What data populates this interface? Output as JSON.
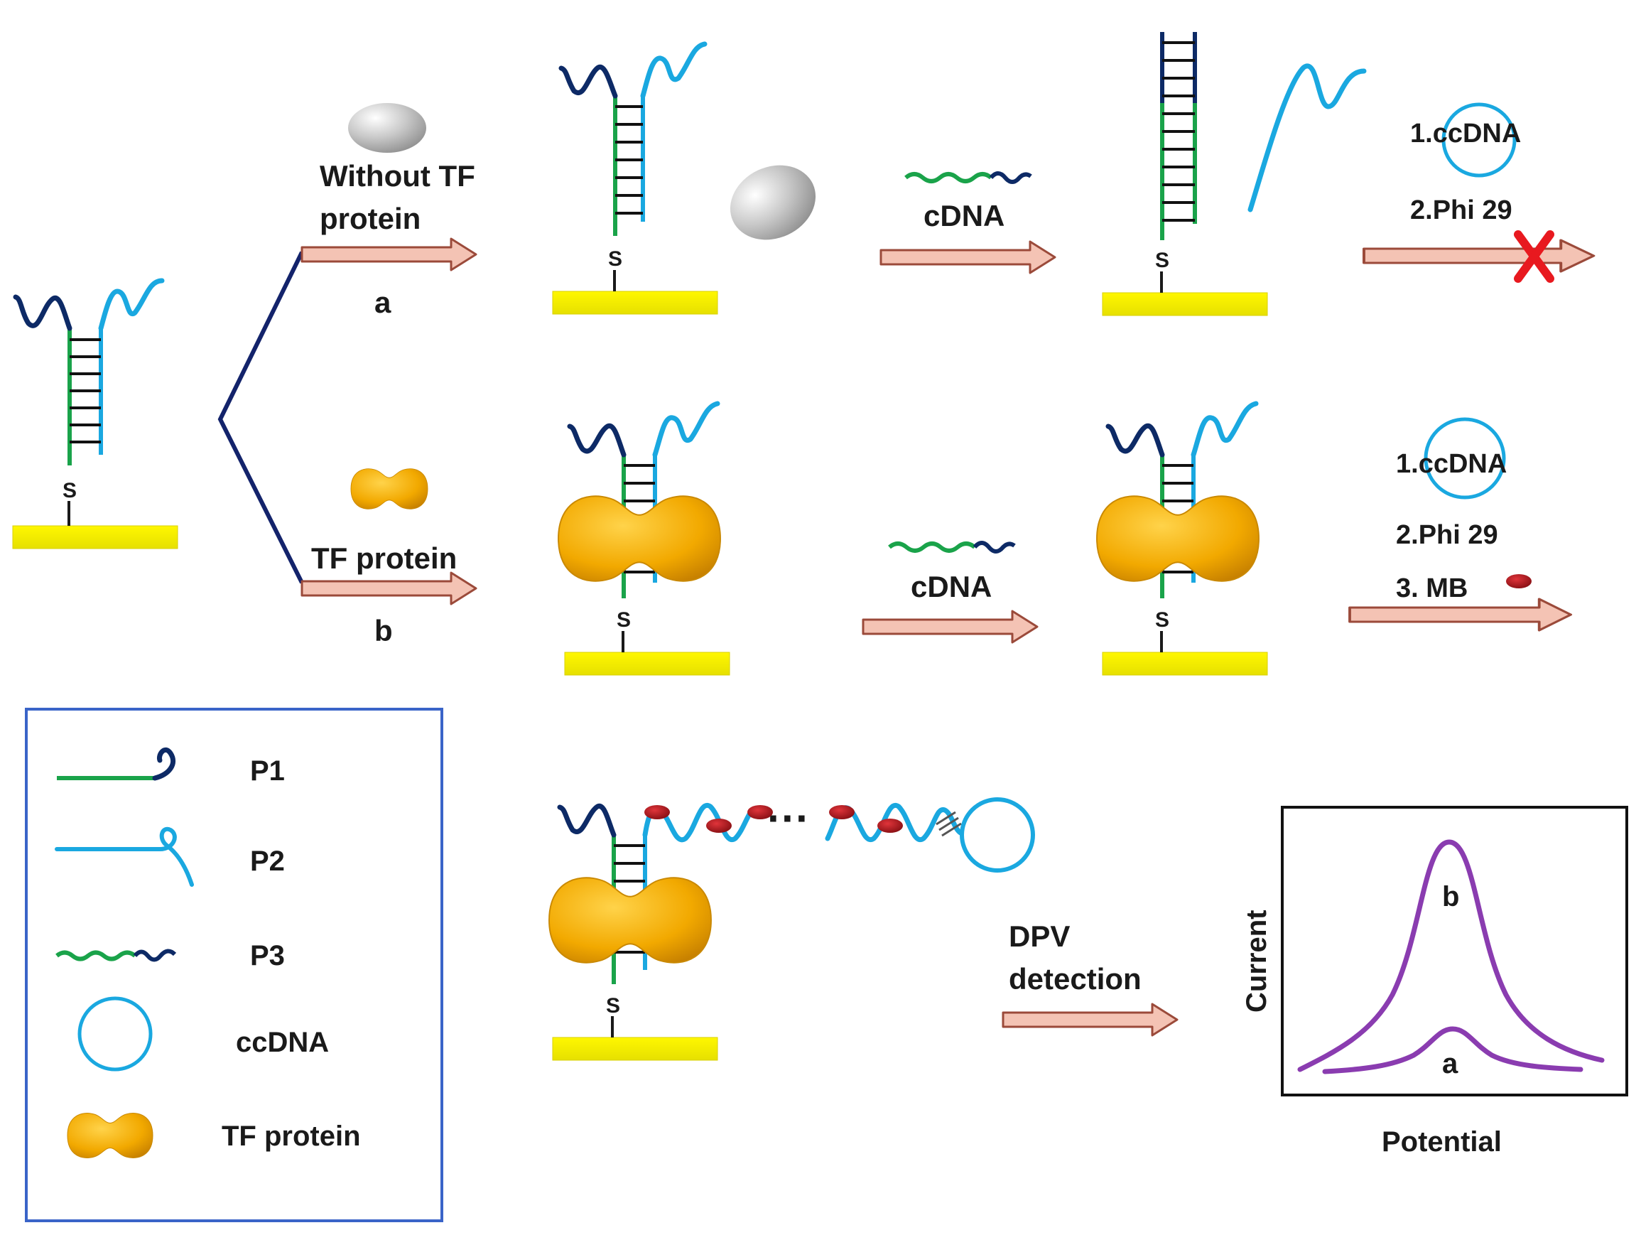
{
  "colors": {
    "gold_surface": "#f5f500",
    "p1_green": "#1aa34a",
    "p1_navy": "#0d2a66",
    "p2_cyan": "#1aa8e0",
    "arrow_fill": "#f4c3b4",
    "arrow_stroke": "#9b4a3a",
    "tf_protein": "#f0a800",
    "mb_red": "#a8141a",
    "cross_red": "#e8191f",
    "legend_border": "#3a64c8",
    "curve_purple": "#8a3cb0",
    "branch_navy": "#13236b"
  },
  "labels": {
    "sulfur": "S",
    "without_tf_line1": "Without TF",
    "without_tf_line2": "protein",
    "path_a": "a",
    "path_b": "b",
    "tf_protein": "TF protein",
    "cdna_top": "cDNA",
    "cdna_bottom": "cDNA",
    "top_step1": "1.ccDNA",
    "top_step2": "2.Phi 29",
    "bottom_step1": "1.ccDNA",
    "bottom_step2": "2.Phi 29",
    "bottom_step3": "3. MB",
    "dpv_line1": "DPV",
    "dpv_line2": "detection",
    "dots": "···"
  },
  "legend": {
    "items": [
      {
        "label": "P1",
        "icon": "p1-strand-icon"
      },
      {
        "label": "P2",
        "icon": "p2-strand-icon"
      },
      {
        "label": "P3",
        "icon": "p3-strand-icon"
      },
      {
        "label": "ccDNA",
        "icon": "ccdna-circle-icon"
      },
      {
        "label": "TF protein",
        "icon": "tf-protein-icon"
      }
    ]
  },
  "plot": {
    "ylabel": "Current",
    "xlabel": "Potential",
    "curve_b": "b",
    "curve_a": "a"
  }
}
